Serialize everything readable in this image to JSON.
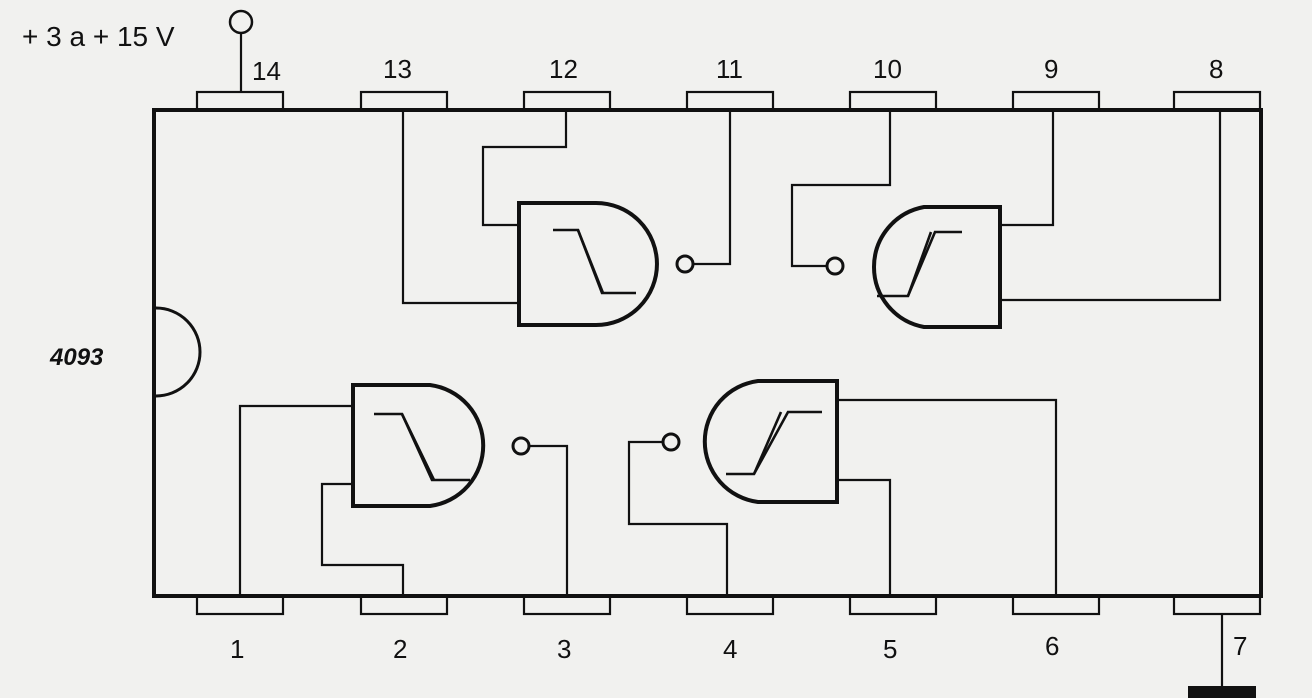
{
  "supply_label": "+ 3 a + 15 V",
  "chip_label": "4093",
  "pins": {
    "p1": "1",
    "p2": "2",
    "p3": "3",
    "p4": "4",
    "p5": "5",
    "p6": "6",
    "p7": "7",
    "p8": "8",
    "p9": "9",
    "p10": "10",
    "p11": "11",
    "p12": "12",
    "p13": "13",
    "p14": "14"
  },
  "colors": {
    "ink": "#111111",
    "paper": "#f1f1ef"
  },
  "icons": {
    "supply": "vcc-terminal-circle",
    "ground": "ground-bar"
  }
}
